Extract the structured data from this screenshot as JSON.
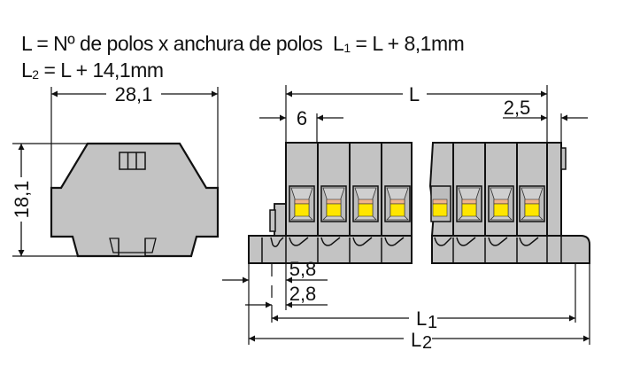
{
  "formulas": {
    "line1_main": "L = Nº de polos x anchura de polos",
    "line1_l1_prefix": "L",
    "line1_l1_sub": "1",
    "line1_l1_rest": " = L + 8,1mm",
    "line2_prefix": "L",
    "line2_sub": "2",
    "line2_rest": " = L + 14,1mm"
  },
  "side_view": {
    "width_label": "28,1",
    "height_label": "18,1"
  },
  "front_view": {
    "length_label": "L",
    "pole_width_label": "6",
    "end_offset_label": "2,5",
    "offset_a_label": "5,8",
    "offset_b_label": "2,8",
    "l1_label": "L",
    "l1_sub": "1",
    "l2_label": "L",
    "l2_sub": "2",
    "pole_count_visible": 8
  },
  "colors": {
    "body_gray": "#c3c3c3",
    "outline": "#111111",
    "clamp_yellow": "#ffe600",
    "clamp_band": "#f0b48c",
    "clamp_frame": "#cfcfcf"
  }
}
